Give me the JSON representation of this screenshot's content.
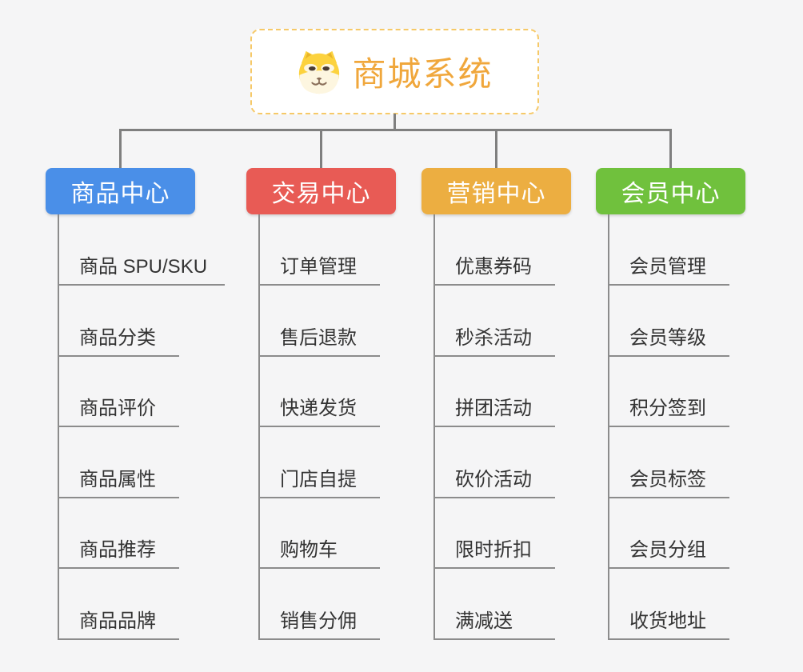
{
  "root": {
    "title": "商城系统",
    "title_color": "#f0a73c",
    "border_color": "#f6c968",
    "icon": "shiba-dog-icon"
  },
  "connector_color": "#7f7f7f",
  "background_color": "#f5f5f6",
  "branches": [
    {
      "label": "商品中心",
      "color": "#4a8fe8",
      "items": [
        "商品 SPU/SKU",
        "商品分类",
        "商品评价",
        "商品属性",
        "商品推荐",
        "商品品牌"
      ]
    },
    {
      "label": "交易中心",
      "color": "#e85b55",
      "items": [
        "订单管理",
        "售后退款",
        "快递发货",
        "门店自提",
        "购物车",
        "销售分佣"
      ]
    },
    {
      "label": "营销中心",
      "color": "#ecae41",
      "items": [
        "优惠券码",
        "秒杀活动",
        "拼团活动",
        "砍价活动",
        "限时折扣",
        "满减送"
      ]
    },
    {
      "label": "会员中心",
      "color": "#70c13d",
      "items": [
        "会员管理",
        "会员等级",
        "积分签到",
        "会员标签",
        "会员分组",
        "收货地址"
      ]
    }
  ]
}
